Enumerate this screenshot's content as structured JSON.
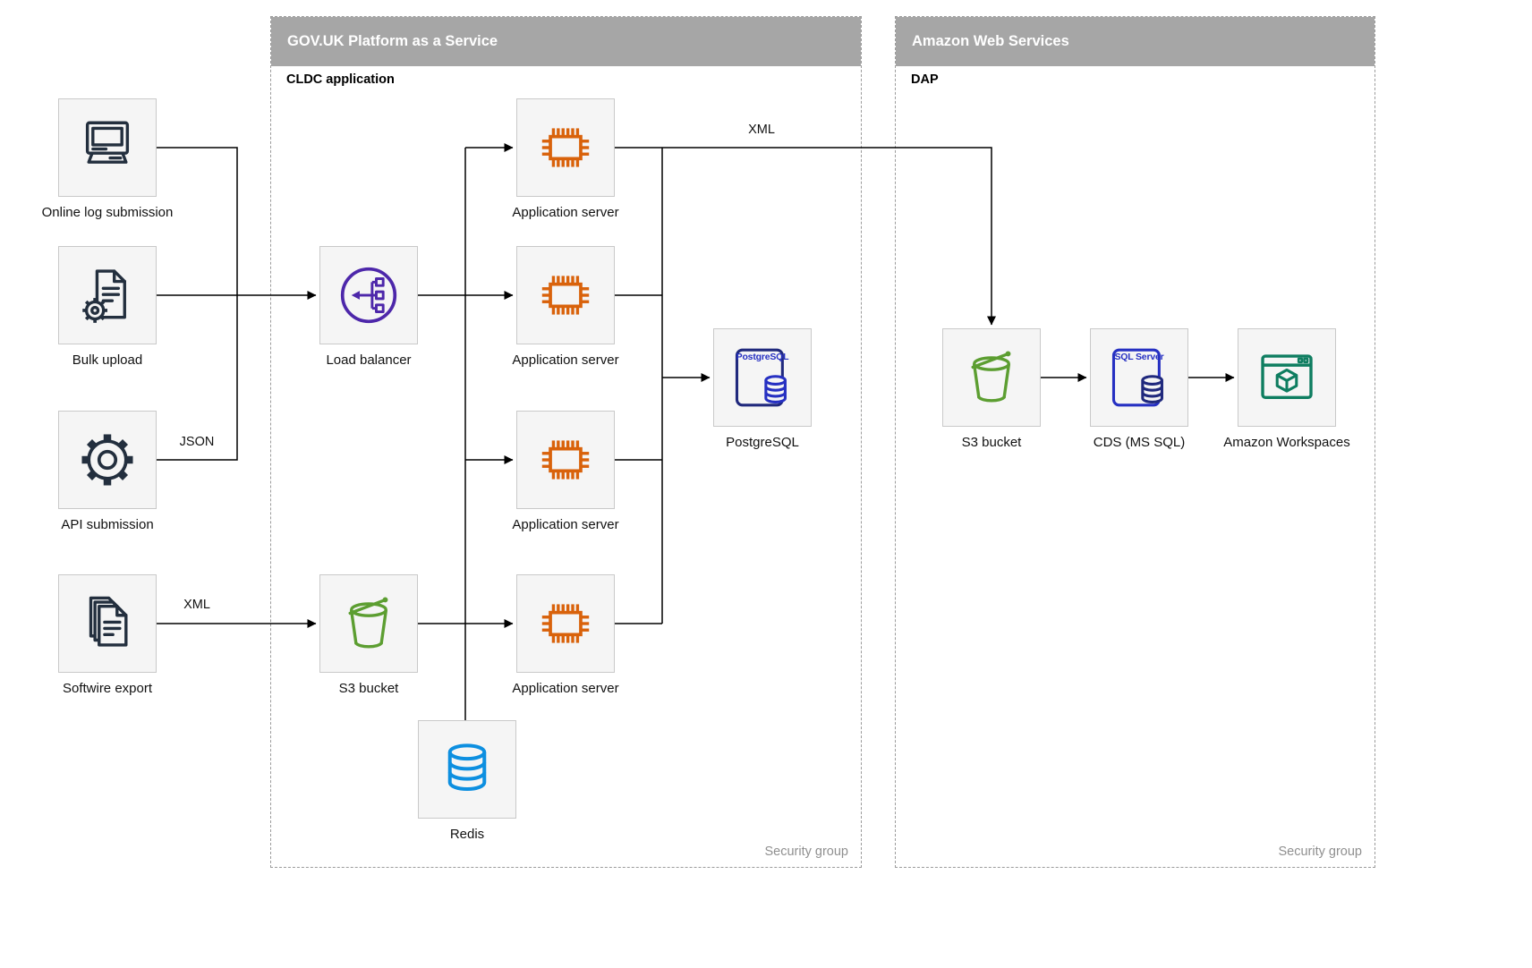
{
  "diagram": {
    "containers": [
      {
        "title": "GOV.UK Platform as a Service",
        "sublabel": "CLDC application",
        "footer": "Security group"
      },
      {
        "title": "Amazon Web Services",
        "sublabel": "DAP",
        "footer": "Security group"
      }
    ],
    "nodes": [
      {
        "label": "Online log submission",
        "icon": "computer-icon"
      },
      {
        "label": "Bulk upload",
        "icon": "document-gear-icon"
      },
      {
        "label": "API submission",
        "icon": "gear-icon"
      },
      {
        "label": "Softwire export",
        "icon": "documents-stack-icon"
      },
      {
        "label": "Load balancer",
        "icon": "load-balancer-icon"
      },
      {
        "label": "Application server",
        "icon": "chip-icon"
      },
      {
        "label": "Application server",
        "icon": "chip-icon"
      },
      {
        "label": "Application server",
        "icon": "chip-icon"
      },
      {
        "label": "Application server",
        "icon": "chip-icon"
      },
      {
        "label": "PostgreSQL",
        "icon": "postgresql-icon",
        "icon_text": "PostgreSQL"
      },
      {
        "label": "S3 bucket",
        "icon": "s3-bucket-icon"
      },
      {
        "label": "Redis",
        "icon": "database-icon"
      },
      {
        "label": "S3 bucket",
        "icon": "s3-bucket-icon"
      },
      {
        "label": "CDS (MS SQL)",
        "icon": "sql-server-icon",
        "icon_text": "SQL Server"
      },
      {
        "label": "Amazon Workspaces",
        "icon": "workspaces-icon"
      }
    ],
    "edge_labels": [
      {
        "text": "JSON"
      },
      {
        "text": "XML"
      },
      {
        "text": "XML"
      }
    ],
    "edges": [
      {
        "from": "Online log submission",
        "to": "Load balancer",
        "label": ""
      },
      {
        "from": "Bulk upload",
        "to": "Load balancer",
        "label": ""
      },
      {
        "from": "API submission",
        "to": "Load balancer",
        "label": "JSON"
      },
      {
        "from": "Softwire export",
        "to": "S3 bucket",
        "label": "XML"
      },
      {
        "from": "Load balancer",
        "to": "Application server",
        "label": ""
      },
      {
        "from": "S3 bucket",
        "to": "Application server",
        "label": ""
      },
      {
        "from": "Application server",
        "to": "PostgreSQL",
        "label": ""
      },
      {
        "from": "Application server",
        "to": "Redis",
        "label": ""
      },
      {
        "from": "Application server",
        "to": "S3 bucket (AWS)",
        "label": "XML"
      },
      {
        "from": "S3 bucket (AWS)",
        "to": "CDS (MS SQL)",
        "label": ""
      },
      {
        "from": "CDS (MS SQL)",
        "to": "Amazon Workspaces",
        "label": ""
      }
    ],
    "colors": {
      "header_bar": "#a6a6a6",
      "header_text": "#ffffff",
      "node_bg": "#f5f5f5",
      "node_border": "#c9c9c9",
      "line": "#000000",
      "dark_icon": "#232f3e",
      "purple": "#4d27aa",
      "orange": "#d9620b",
      "blue_db": "#2630c2",
      "green": "#5c9e31",
      "redis_blue": "#0d8fe0",
      "teal": "#0e7d60",
      "muted_text": "#8f8f8f"
    }
  }
}
